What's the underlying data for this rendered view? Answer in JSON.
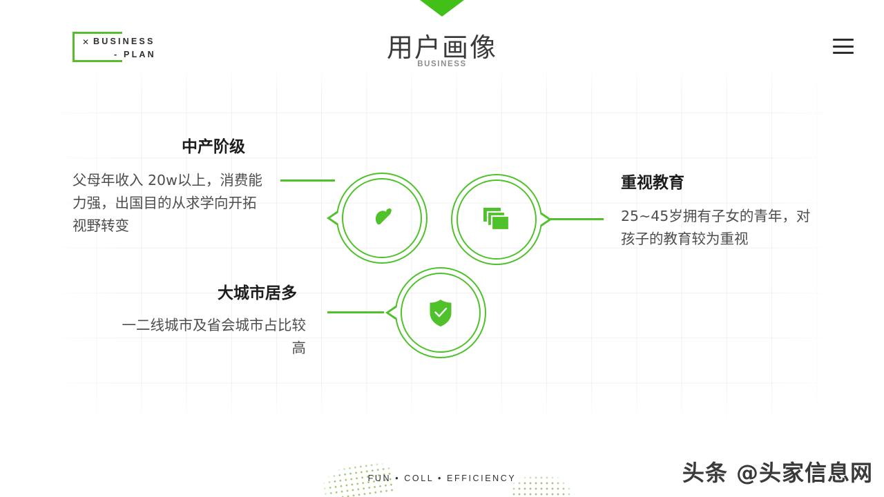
{
  "header": {
    "logo": {
      "star": "✕",
      "line1": "BUSINESS",
      "line2": "- PLAN"
    },
    "title": "用户画像",
    "subtitle": "BUSINESS",
    "menu_label": "menu"
  },
  "theme": {
    "green": "#4fc12a",
    "green_dark": "#42c017",
    "text_dark": "#1c1c1c",
    "text_body": "#4d4d4d",
    "subtitle_gray": "#8e8e8e",
    "halftone_green": "#8cbf5a"
  },
  "nodes": [
    {
      "id": "middle-class",
      "icon": "leaf-icon",
      "title": "中产阶级",
      "body": "父母年收入 20w以上，消费能力强，出国目的从求学向开拓视野转变",
      "pointer": "left"
    },
    {
      "id": "values-education",
      "icon": "layers-icon",
      "title": "重视教育",
      "body": "25~45岁拥有子女的青年，对孩子的教育较为重视",
      "pointer": "right"
    },
    {
      "id": "big-cities",
      "icon": "shield-check-icon",
      "title": "大城市居多",
      "body": "一二线城市及省会城市占比较高",
      "pointer": "left"
    }
  ],
  "footer": {
    "tag1": "FUN",
    "sep1": "•",
    "tag2": "COLL",
    "sep2": "•",
    "tag3": "EFFICIENCY"
  },
  "watermark": "头条 @头家信息网"
}
